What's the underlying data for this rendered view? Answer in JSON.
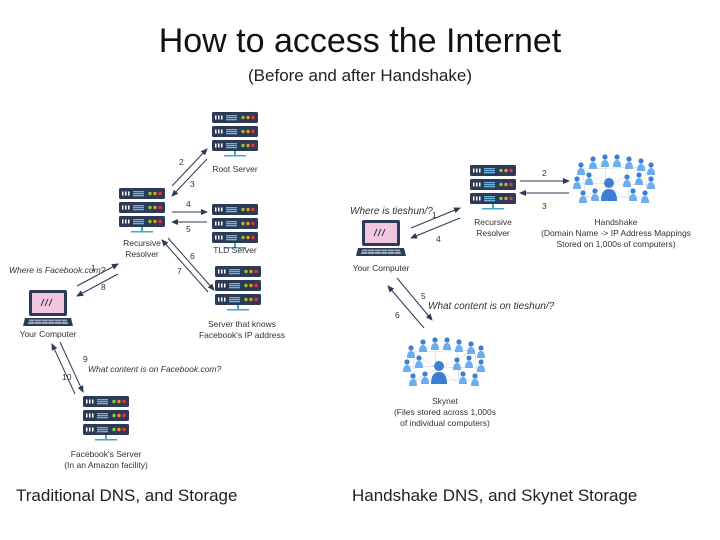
{
  "title": "How to access the Internet",
  "subtitle": "(Before and after Handshake)",
  "left": {
    "caption": "Traditional DNS, and Storage",
    "root_server": "Root Server",
    "tld_server": "TLD Server",
    "recursive_resolver": [
      "Recursive",
      "Resolver"
    ],
    "ip_server": [
      "Server that knows",
      "Facebook's IP address"
    ],
    "your_computer": "Your Computer",
    "facebook_server": [
      "Facebook's Server",
      "(In an Amazon facility)"
    ],
    "question_1": "Where is Facebook.com?",
    "question_2": "What content is on Facebook.com?",
    "steps": [
      "1",
      "2",
      "3",
      "4",
      "5",
      "6",
      "7",
      "8",
      "9",
      "10"
    ]
  },
  "right": {
    "caption": "Handshake DNS, and Skynet Storage",
    "recursive_resolver": [
      "Recursive",
      "Resolver"
    ],
    "handshake": [
      "Handshake",
      "(Domain Name -> IP Address Mappings",
      "Stored on 1,000s of computers)"
    ],
    "your_computer": "Your Computer",
    "skynet": [
      "Skynet",
      "(Files stored across 1,000s",
      "of individual computers)"
    ],
    "question_1": "Where is tieshun/?",
    "question_2": "What content is on tieshun/?",
    "steps": [
      "1",
      "2",
      "3",
      "4",
      "5",
      "6"
    ]
  },
  "colors": {
    "server_dark": "#2d3a56",
    "server_line": "#6db3e0",
    "led_green": "#8dc63f",
    "led_orange": "#f7941d",
    "led_red": "#e2373f",
    "server_base": "#3fa9c9",
    "person_dark": "#3b7fd4",
    "person_light": "#6aaef0",
    "laptop_screen": "#f3c6e0"
  }
}
